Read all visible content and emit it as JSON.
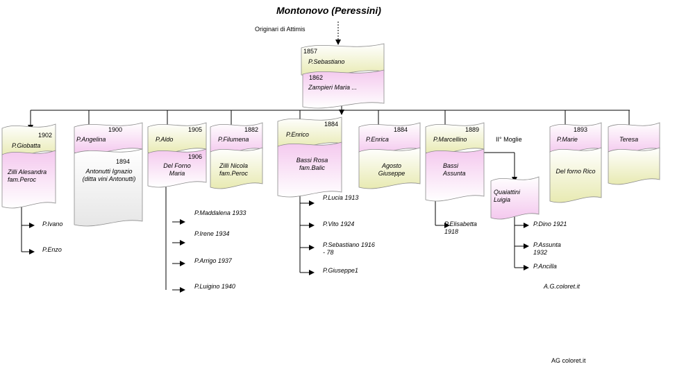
{
  "title": "Montonovo (Peressini)",
  "origin_note": "Originari di Attimis",
  "root": {
    "year": "1857",
    "name": "P.Sebastiano",
    "spouse_year": "1862",
    "spouse": "Zampieri Maria ..."
  },
  "second_wife_label": "II° Moglie",
  "children": [
    {
      "year": "1902",
      "name": "P.Giobatta",
      "spouse": "Zilli Alesandra fam.Peroc",
      "kids": [
        "P.Ivano",
        "P.Enzo"
      ]
    },
    {
      "year": "1900",
      "name": "P.Angelina",
      "spouse_year": "1894",
      "spouse": "Antonutti Ignazio (ditta vini Antonutti)"
    },
    {
      "year": "1905",
      "name": "P.Aldo",
      "spouse_year": "1906",
      "spouse": "Del Forno Maria",
      "kids": [
        "P.Maddalena 1933",
        "P.Irene 1934",
        "",
        "P.Arrigo 1937",
        "P.Luigino 1940"
      ]
    },
    {
      "year": "1882",
      "name": "P.Filumena",
      "spouse": "Zilli Nicola fam.Peroc"
    },
    {
      "year": "1884",
      "name": "P.Enrico",
      "spouse": "Bassi Rosa fam.Balic",
      "kids": [
        "P.Lucia 1913",
        "P.Vito 1924",
        "P.Sebastiano 1916 - 78",
        "P.Giuseppe1"
      ]
    },
    {
      "year": "1884",
      "name": "P.Enrica",
      "spouse": "Agosto Giuseppe"
    },
    {
      "year": "1889",
      "name": "P.Marcellino",
      "spouse": "Bassi Assunta",
      "kids": [
        "P.Elisabetta 1918"
      ],
      "second_spouse": "Quaiattini Luigia",
      "second_kids": [
        "P.Dino 1921",
        "P.Assunta 1932",
        "P.Ancilla"
      ]
    },
    {
      "year": "1893",
      "name": "P.Marie",
      "spouse": "Del forno Rico"
    },
    {
      "name": "Teresa"
    }
  ],
  "credit_1": "A.G.coloret.it",
  "credit_2": "AG coloret.it",
  "colors": {
    "card_light": "#fefee8",
    "card_yellow": "#ecedc0",
    "card_pink": "#f7d5f1",
    "card_pink_light": "#fdf0fb",
    "card_gray": "#efefef",
    "line": "#000000",
    "border": "#7f7f7f"
  }
}
